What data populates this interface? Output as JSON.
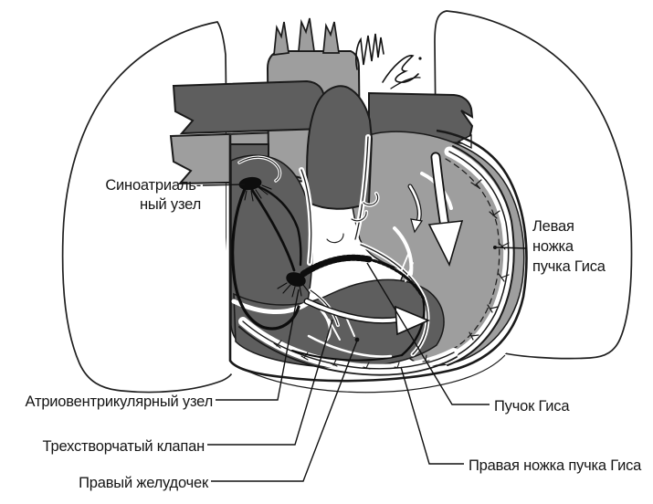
{
  "figure": {
    "labels": {
      "sinoatrial_node": [
        "Синоатриаль-",
        "ный узел"
      ],
      "left_bundle_branch": [
        "Левая",
        "ножка",
        "пучка Гиса"
      ],
      "atrioventricular_node": "Атриовентрикулярный узел",
      "tricuspid_valve": "Трехстворчатый клапан",
      "right_ventricle": "Правый желудочек",
      "bundle_of_his": "Пучок Гиса",
      "right_bundle_branch": "Правая ножка пучка Гиса"
    },
    "colors": {
      "background": "#ffffff",
      "outline": "#1a1a1a",
      "heart_dark_gray": "#5e5e5e",
      "heart_light_gray": "#9e9e9e"
    }
  }
}
